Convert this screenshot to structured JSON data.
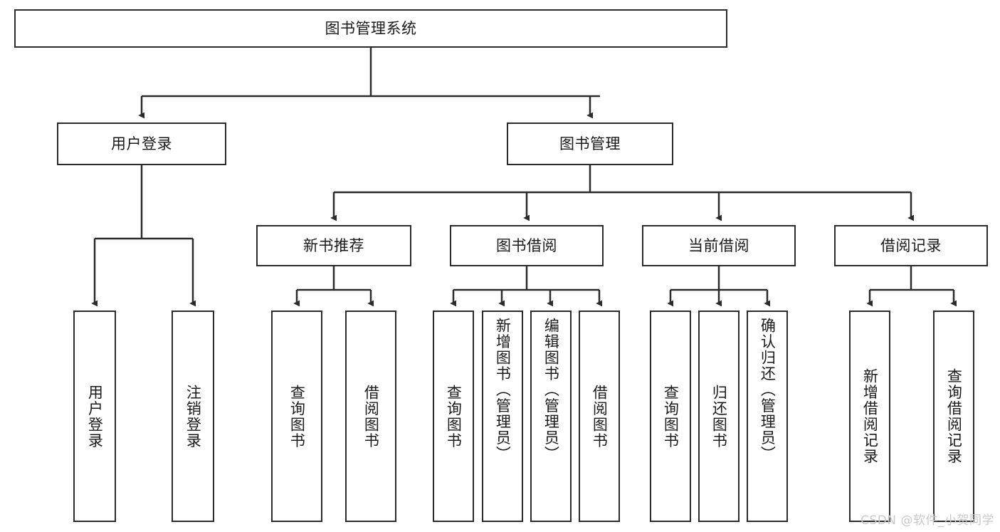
{
  "diagram": {
    "type": "tree",
    "title": "图书管理系统",
    "root": {
      "id": "root",
      "label": "图书管理系统"
    },
    "level1": [
      {
        "id": "user-login",
        "label": "用户登录"
      },
      {
        "id": "book-manage",
        "label": "图书管理"
      }
    ],
    "level2": [
      {
        "id": "new-book-recommend",
        "label": "新书推荐",
        "parent": "book-manage"
      },
      {
        "id": "book-borrow",
        "label": "图书借阅",
        "parent": "book-manage"
      },
      {
        "id": "current-borrow",
        "label": "当前借阅",
        "parent": "book-manage"
      },
      {
        "id": "borrow-record",
        "label": "借阅记录",
        "parent": "book-manage"
      }
    ],
    "leaves": {
      "user-login": [
        {
          "id": "leaf-user-login",
          "label": "用户登录"
        },
        {
          "id": "leaf-logout-login",
          "label": "注销登录"
        }
      ],
      "new-book-recommend": [
        {
          "id": "leaf-query-book-1",
          "label": "查询图书"
        },
        {
          "id": "leaf-borrow-book-1",
          "label": "借阅图书"
        }
      ],
      "book-borrow": [
        {
          "id": "leaf-query-book-2",
          "label": "查询图书"
        },
        {
          "id": "leaf-add-book",
          "label": "新增图书（管理员）"
        },
        {
          "id": "leaf-edit-book",
          "label": "编辑图书（管理员）"
        },
        {
          "id": "leaf-borrow-book-2",
          "label": "借阅图书"
        }
      ],
      "current-borrow": [
        {
          "id": "leaf-query-book-3",
          "label": "查询图书"
        },
        {
          "id": "leaf-return-book",
          "label": "归还图书"
        },
        {
          "id": "leaf-confirm-return",
          "label": "确认归还（管理员）"
        }
      ],
      "borrow-record": [
        {
          "id": "leaf-add-record",
          "label": "新增借阅记录"
        },
        {
          "id": "leaf-query-record",
          "label": "查询借阅记录"
        }
      ]
    },
    "colors": {
      "stroke": "#2b2b2b",
      "fill": "#ffffff",
      "text": "#1a1a1a",
      "watermark": "#c9c9c9"
    }
  },
  "watermark": {
    "text": "CSDN @软件_小贺同学"
  }
}
